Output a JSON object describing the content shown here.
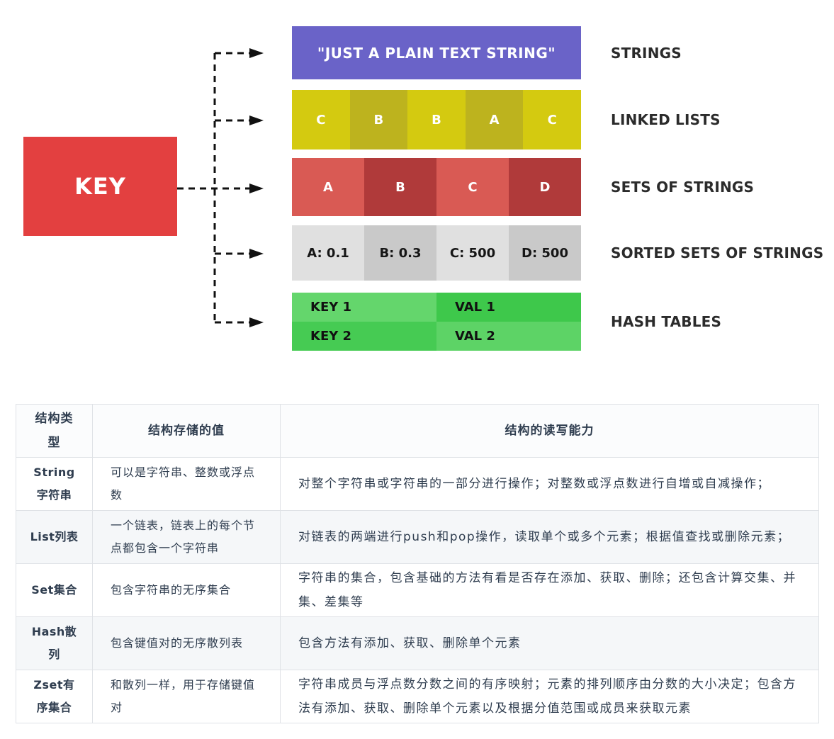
{
  "diagram": {
    "key": {
      "label": "KEY",
      "color": "#e34040"
    },
    "arrow_color": "#111111",
    "rows": [
      {
        "name": "strings",
        "label": "STRINGS",
        "bar_text": "\"JUST A PLAIN TEXT STRING\"",
        "bar_color": "#6a63c8"
      },
      {
        "name": "linked-lists",
        "label": "LINKED LISTS",
        "cells": [
          {
            "text": "C",
            "color": "#d4ca10"
          },
          {
            "text": "B",
            "color": "#bdb31e"
          },
          {
            "text": "B",
            "color": "#d4ca10"
          },
          {
            "text": "A",
            "color": "#bdb31e"
          },
          {
            "text": "C",
            "color": "#d4ca10"
          }
        ]
      },
      {
        "name": "sets-of-strings",
        "label": "SETS OF STRINGS",
        "cells": [
          {
            "text": "A",
            "color": "#d95a54"
          },
          {
            "text": "B",
            "color": "#b03a3a"
          },
          {
            "text": "C",
            "color": "#d95a54"
          },
          {
            "text": "D",
            "color": "#b03a3a"
          }
        ]
      },
      {
        "name": "sorted-sets-of-strings",
        "label": "SORTED SETS OF STRINGS",
        "cells": [
          {
            "text": "A: 0.1",
            "color": "#e0e0e0"
          },
          {
            "text": "B: 0.3",
            "color": "#c9c9c9"
          },
          {
            "text": "C: 500",
            "color": "#e0e0e0"
          },
          {
            "text": "D: 500",
            "color": "#c9c9c9"
          }
        ]
      },
      {
        "name": "hash-tables",
        "label": "HASH TABLES",
        "cells": [
          {
            "text": "KEY 1",
            "color": "#64d66c"
          },
          {
            "text": "VAL 1",
            "color": "#3ec84b"
          },
          {
            "text": "KEY 2",
            "color": "#46cb53"
          },
          {
            "text": "VAL 2",
            "color": "#5dd366"
          }
        ]
      }
    ]
  },
  "table": {
    "headers": [
      "结构类型",
      "结构存储的值",
      "结构的读写能力"
    ],
    "rows": [
      {
        "type": "String字符串",
        "stored": "可以是字符串、整数或浮点数",
        "ability": "对整个字符串或字符串的一部分进行操作；对整数或浮点数进行自增或自减操作；"
      },
      {
        "type": "List列表",
        "stored": "一个链表，链表上的每个节点都包含一个字符串",
        "ability": "对链表的两端进行push和pop操作，读取单个或多个元素；根据值查找或删除元素；"
      },
      {
        "type": "Set集合",
        "stored": "包含字符串的无序集合",
        "ability": "字符串的集合，包含基础的方法有看是否存在添加、获取、删除；还包含计算交集、并集、差集等"
      },
      {
        "type": "Hash散列",
        "stored": "包含键值对的无序散列表",
        "ability": "包含方法有添加、获取、删除单个元素"
      },
      {
        "type": "Zset有序集合",
        "stored": "和散列一样，用于存储键值对",
        "ability": "字符串成员与浮点数分数之间的有序映射；元素的排列顺序由分数的大小决定；包含方法有添加、获取、删除单个元素以及根据分值范围或成员来获取元素"
      }
    ]
  }
}
